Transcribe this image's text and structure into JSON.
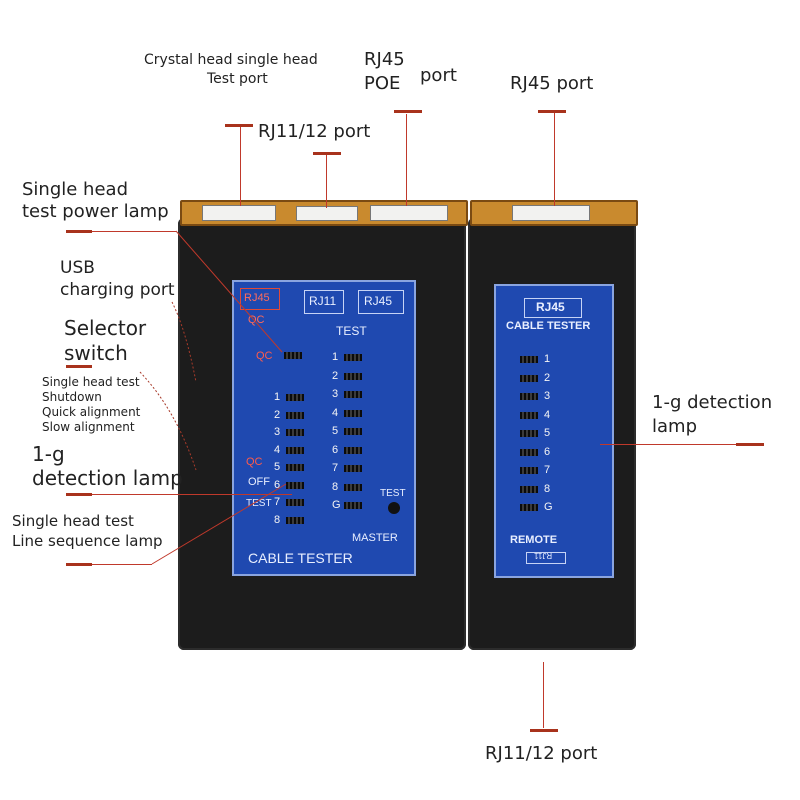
{
  "labels": {
    "crystal_head": [
      "Crystal head single head",
      "Test port"
    ],
    "rj45_poe": [
      "RJ45",
      "POE"
    ],
    "rj45_poe_port_word": "port",
    "rj45_port": "RJ45 port",
    "rj11_top": "RJ11/12 port",
    "single_head_power": [
      "Single head",
      "test power lamp"
    ],
    "usb_charging": [
      "USB",
      "charging port"
    ],
    "selector_switch": [
      "Selector",
      "switch"
    ],
    "switch_modes": [
      "Single head test",
      "Shutdown",
      "Quick alignment",
      "Slow alignment"
    ],
    "one_g_left": [
      "1-g",
      "detection lamp"
    ],
    "single_head_sequence": [
      "Single head test",
      "Line sequence lamp"
    ],
    "one_g_right": [
      "1-g detection",
      "lamp"
    ],
    "rj11_bottom": "RJ11/12 port"
  },
  "master": {
    "port_rj45_red": "RJ45",
    "port_rj11": "RJ11",
    "port_rj45": "RJ45",
    "qc_top": "QC",
    "test_group": "TEST",
    "qc_row": "QC",
    "left_numbers": [
      "1",
      "2",
      "3",
      "4",
      "5",
      "6",
      "7",
      "8"
    ],
    "right_numbers": [
      "1",
      "2",
      "3",
      "4",
      "5",
      "6",
      "7",
      "8",
      "G"
    ],
    "mode_qc": "QC",
    "mode_off": "OFF",
    "mode_test": "TEST",
    "test_button": "TEST",
    "master_label": "MASTER",
    "cable_tester": "CABLE TESTER"
  },
  "remote": {
    "title": "RJ45",
    "subtitle": "CABLE TESTER",
    "numbers": [
      "1",
      "2",
      "3",
      "4",
      "5",
      "6",
      "7",
      "8",
      "G"
    ],
    "remote_label": "REMOTE",
    "rj11_tag": "RJ11"
  },
  "colors": {
    "accent": "#a8321c",
    "panel": "#1f49b0",
    "case": "#1c1c1c",
    "jack": "#c98a2e"
  }
}
